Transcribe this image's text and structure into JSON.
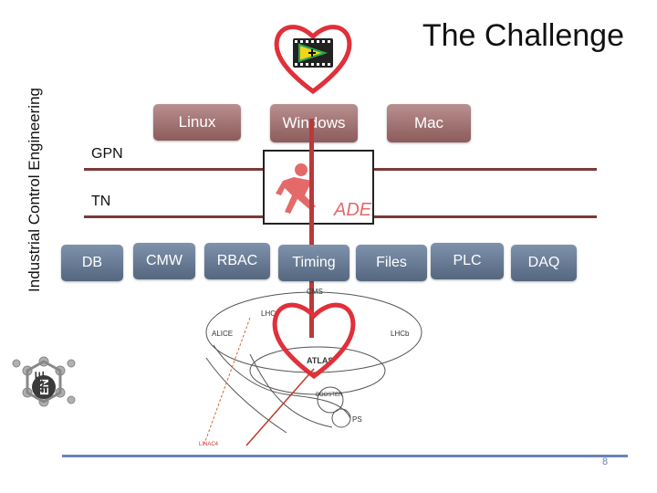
{
  "slide": {
    "side_title": "Industrial Control Engineering",
    "title": "The Challenge",
    "page_number": "8"
  },
  "os": [
    "Linux",
    "Windows",
    "Mac"
  ],
  "networks": [
    "GPN",
    "TN"
  ],
  "services": [
    "DB",
    "CMW",
    "RBAC",
    "Timing",
    "Files",
    "PLC",
    "DAQ"
  ],
  "ade_logo": "ADE",
  "logo_letters": [
    "EN",
    "ICE"
  ],
  "accelerator": {
    "labels": [
      "CMS",
      "LHC",
      "ALICE",
      "LHCb",
      "ATLAS",
      "BOOSTER",
      "PS",
      "LINAC4"
    ]
  },
  "colors": {
    "os_box": "#a37272",
    "service_box": "#6a7d97",
    "network_line": "#7a3a3a",
    "heart": "#e0303a",
    "footer": "#6a84b4"
  }
}
